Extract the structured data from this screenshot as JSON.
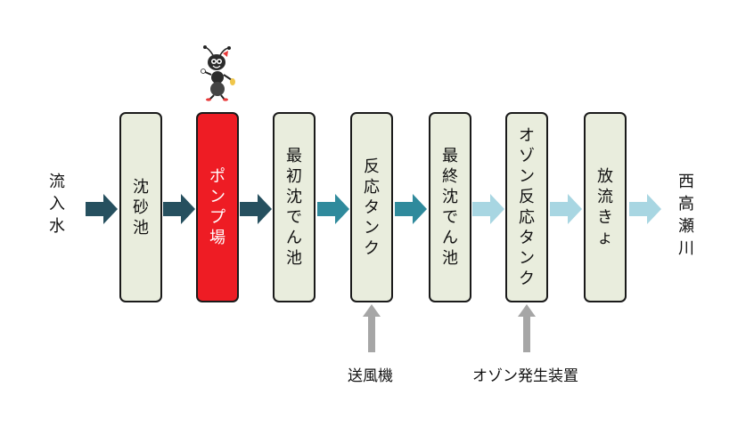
{
  "inflow": {
    "label": "流入水"
  },
  "outflow": {
    "label": "西高瀬川"
  },
  "stages": [
    {
      "label": "沈砂池",
      "active": false
    },
    {
      "label": "ポンプ場",
      "active": true
    },
    {
      "label": "最初沈でん池",
      "active": false
    },
    {
      "label": "反応タンク",
      "active": false
    },
    {
      "label": "最終沈でん池",
      "active": false
    },
    {
      "label": "オゾン反応タンク",
      "active": false
    },
    {
      "label": "放流きょ",
      "active": false
    }
  ],
  "inputs": [
    {
      "label": "送風機",
      "target_stage": 3
    },
    {
      "label": "オゾン発生装置",
      "target_stage": 5
    }
  ],
  "colors": {
    "dark_arrow": "#26505f",
    "mid_arrow": "#2f8a9c",
    "light_arrow": "#a8d6e2",
    "gray_arrow": "#a6a6a6",
    "active_stage": "#ee1c24",
    "stage_fill": "#e9eddd"
  },
  "icons": {
    "mascot": "ant-mascot-icon"
  }
}
